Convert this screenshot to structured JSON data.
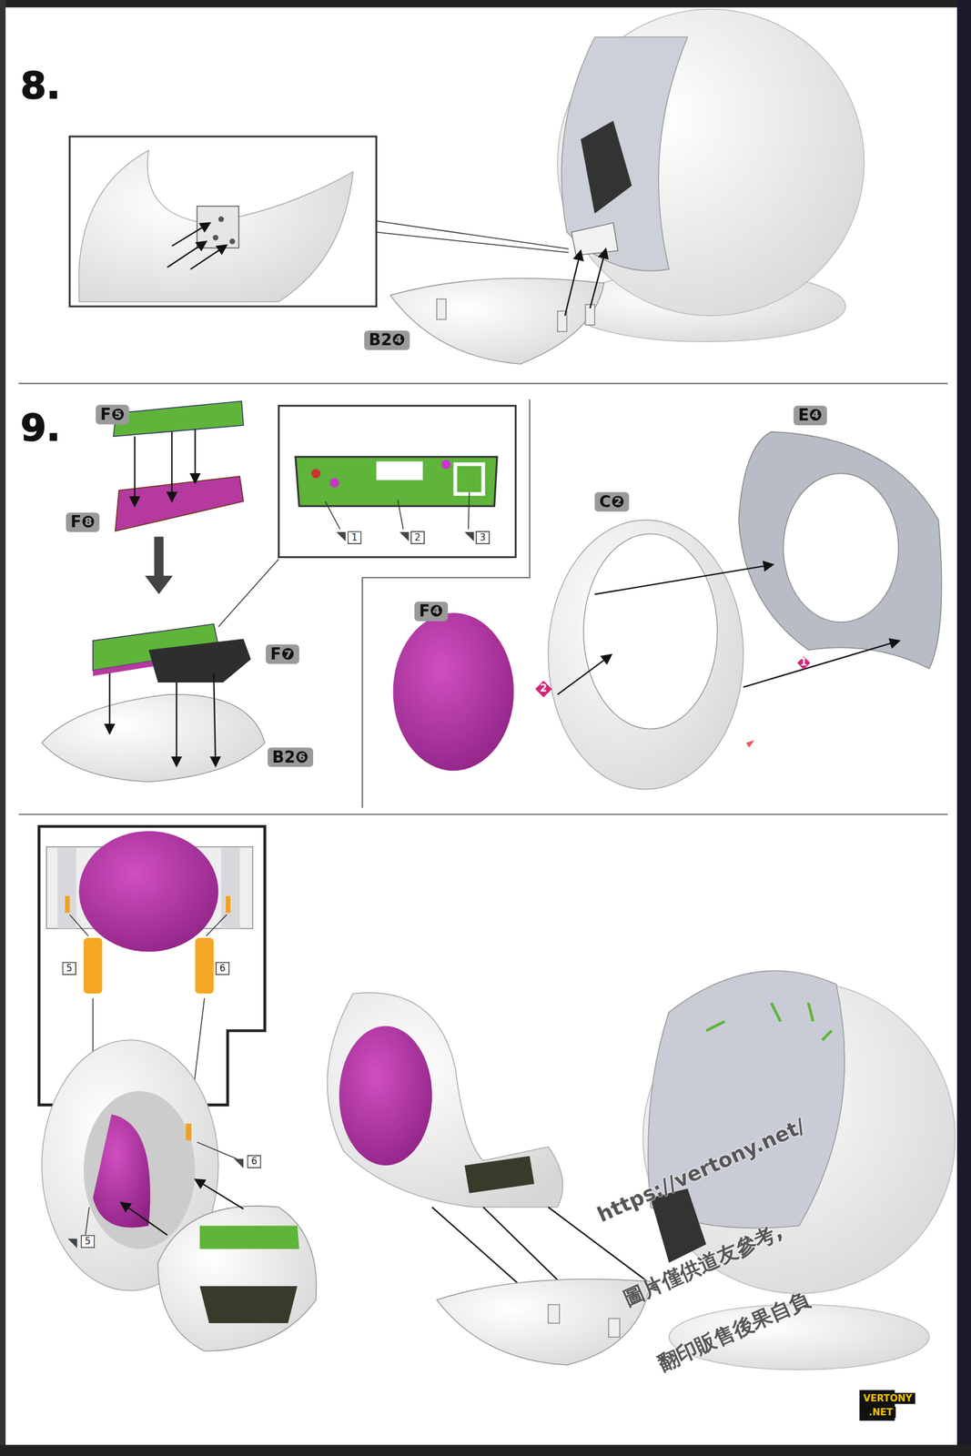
{
  "diagram": {
    "labels": [
      "8.",
      "B2❹",
      "9.",
      "F❺",
      "F❽",
      "F❼",
      "B2❻",
      "1",
      "2",
      "3",
      "C❷",
      "E❹",
      "F❹",
      "1",
      "2",
      "5",
      "6",
      "6",
      "5",
      "https://vertony.net/",
      "圖片僅供道友參考,",
      "翻印販售後果自負",
      "VERTONY",
      ".NET"
    ]
  }
}
